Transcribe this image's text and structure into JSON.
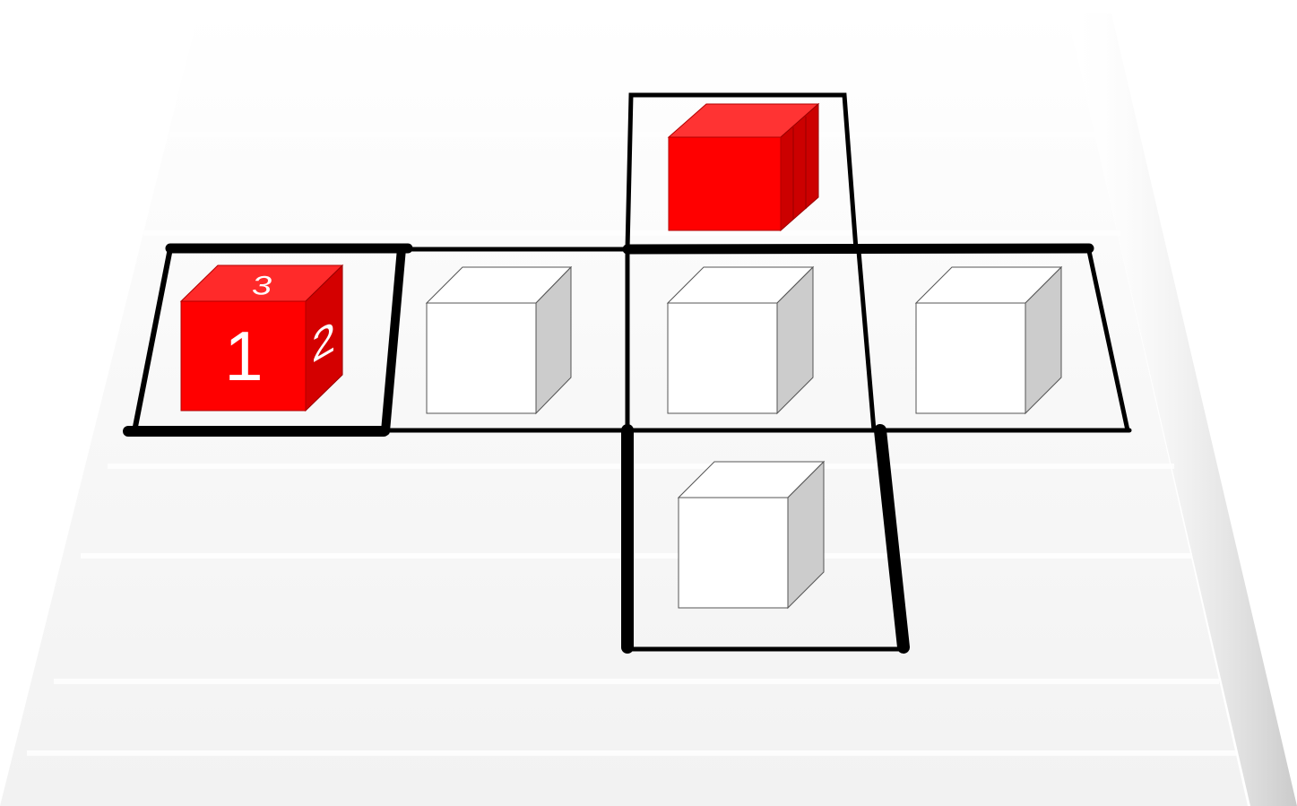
{
  "board": {
    "colors": {
      "board_fill": "#f7f7f7",
      "board_stripe": "#ffffff",
      "board_shadow": "#c8c8c8",
      "grid_line": "#000000",
      "red_front": "#ff0000",
      "red_top": "#ff3a3a",
      "red_side": "#cc0000",
      "white_front": "#ffffff",
      "white_top": "#ffffff",
      "white_side": "#cccccc",
      "cube_outline": "#4d4d4d"
    },
    "cells": [
      {
        "id": "cell-top",
        "cube": "red-plain"
      },
      {
        "id": "cell-left",
        "cube": "red-numbered"
      },
      {
        "id": "cell-middle-left",
        "cube": "white"
      },
      {
        "id": "cell-center",
        "cube": "white"
      },
      {
        "id": "cell-right",
        "cube": "white"
      },
      {
        "id": "cell-bottom",
        "cube": "white"
      }
    ],
    "numbered_cube": {
      "front_number": "1",
      "side_number": "2",
      "top_number": "3"
    }
  }
}
